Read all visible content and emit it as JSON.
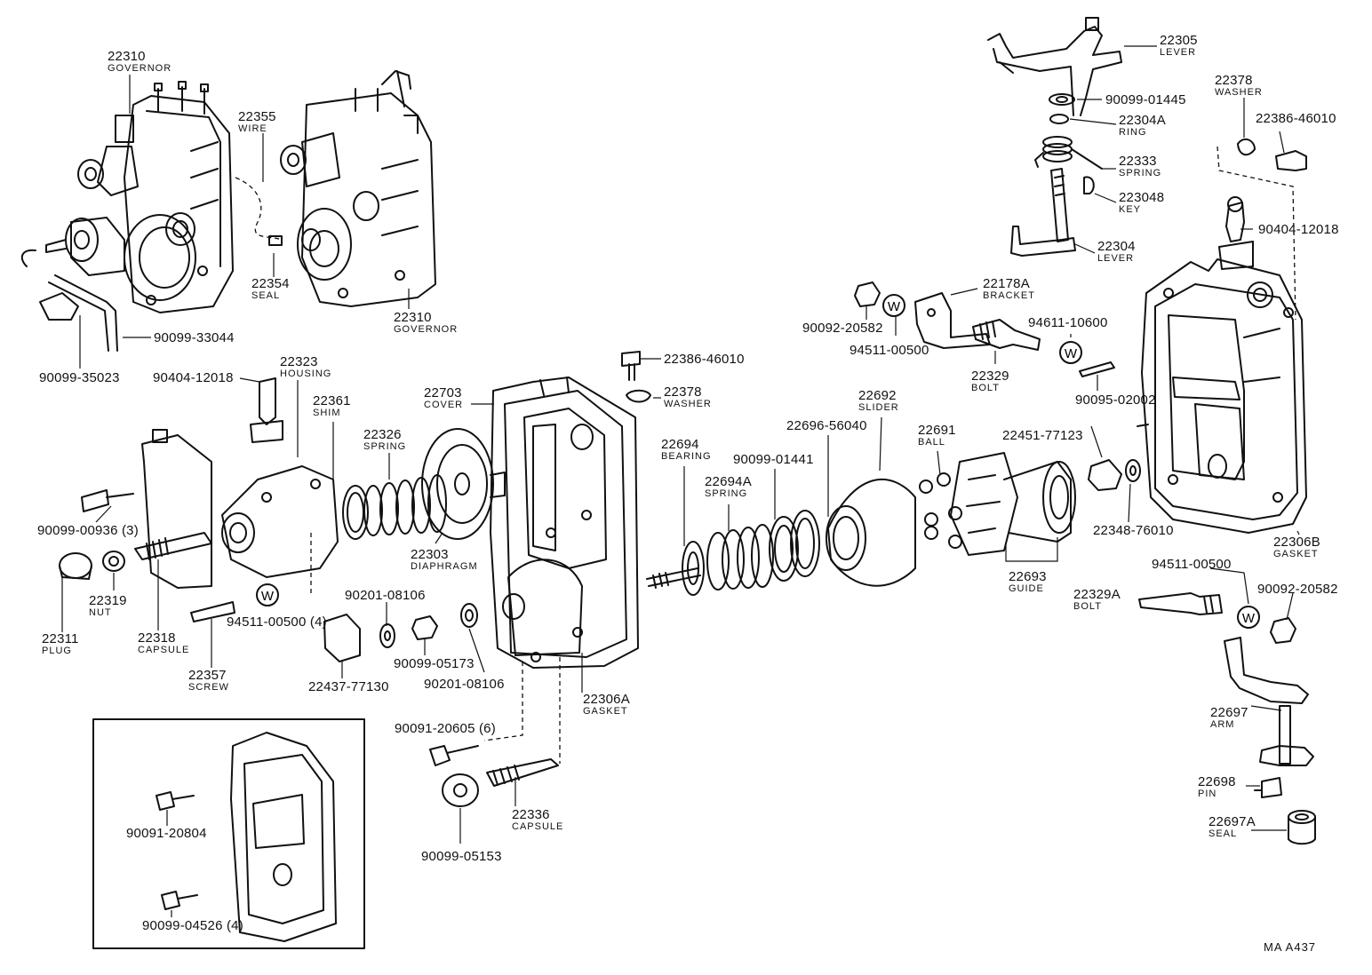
{
  "diagram": {
    "ref_code": "MA  A437",
    "callouts": [
      {
        "id": "c1",
        "part": "22310",
        "name": "GOVERNOR"
      },
      {
        "id": "c2",
        "part": "22355",
        "name": "WIRE"
      },
      {
        "id": "c3",
        "part": "22354",
        "name": "SEAL"
      },
      {
        "id": "c4",
        "part": "22310",
        "name": "GOVERNOR"
      },
      {
        "id": "c5",
        "part": "90099-33044",
        "name": ""
      },
      {
        "id": "c6",
        "part": "90099-35023",
        "name": ""
      },
      {
        "id": "c7",
        "part": "90404-12018",
        "name": ""
      },
      {
        "id": "c8",
        "part": "22323",
        "name": "HOUSING"
      },
      {
        "id": "c9",
        "part": "22361",
        "name": "SHIM"
      },
      {
        "id": "c10",
        "part": "22326",
        "name": "SPRING"
      },
      {
        "id": "c11",
        "part": "22703",
        "name": "COVER"
      },
      {
        "id": "c12",
        "part": "22303",
        "name": "DIAPHRAGM"
      },
      {
        "id": "c13",
        "part": "90099-00936 (3)",
        "name": ""
      },
      {
        "id": "c14",
        "part": "22319",
        "name": "NUT"
      },
      {
        "id": "c15",
        "part": "22311",
        "name": "PLUG"
      },
      {
        "id": "c16",
        "part": "22318",
        "name": "CAPSULE"
      },
      {
        "id": "c17",
        "part": "22357",
        "name": "SCREW"
      },
      {
        "id": "c18",
        "part": "94511-00500 (4)",
        "name": ""
      },
      {
        "id": "c19",
        "part": "90201-08106",
        "name": ""
      },
      {
        "id": "c20",
        "part": "90099-05173",
        "name": ""
      },
      {
        "id": "c21",
        "part": "22437-77130",
        "name": ""
      },
      {
        "id": "c22",
        "part": "90201-08106",
        "name": ""
      },
      {
        "id": "c23",
        "part": "22306A",
        "name": "GASKET"
      },
      {
        "id": "c24",
        "part": "90091-20605 (6)",
        "name": ""
      },
      {
        "id": "c25",
        "part": "22336",
        "name": "CAPSULE"
      },
      {
        "id": "c26",
        "part": "90099-05153",
        "name": ""
      },
      {
        "id": "c27",
        "part": "90091-20804",
        "name": ""
      },
      {
        "id": "c28",
        "part": "90099-04526 (4)",
        "name": ""
      },
      {
        "id": "c29",
        "part": "22386-46010",
        "name": ""
      },
      {
        "id": "c30",
        "part": "22378",
        "name": "WASHER"
      },
      {
        "id": "c31",
        "part": "22694",
        "name": "BEARING"
      },
      {
        "id": "c32",
        "part": "22694A",
        "name": "SPRING"
      },
      {
        "id": "c33",
        "part": "90099-01441",
        "name": ""
      },
      {
        "id": "c34",
        "part": "22696-56040",
        "name": ""
      },
      {
        "id": "c35",
        "part": "22692",
        "name": "SLIDER"
      },
      {
        "id": "c36",
        "part": "22691",
        "name": "BALL"
      },
      {
        "id": "c37",
        "part": "22693",
        "name": "GUIDE"
      },
      {
        "id": "c38",
        "part": "22451-77123",
        "name": ""
      },
      {
        "id": "c39",
        "part": "22348-76010",
        "name": ""
      },
      {
        "id": "c40",
        "part": "22305",
        "name": "LEVER"
      },
      {
        "id": "c41",
        "part": "90099-01445",
        "name": ""
      },
      {
        "id": "c42",
        "part": "22304A",
        "name": "RING"
      },
      {
        "id": "c43",
        "part": "22333",
        "name": "SPRING"
      },
      {
        "id": "c44",
        "part": "223048",
        "name": "KEY"
      },
      {
        "id": "c45",
        "part": "22304",
        "name": "LEVER"
      },
      {
        "id": "c46",
        "part": "22178A",
        "name": "BRACKET"
      },
      {
        "id": "c47",
        "part": "90092-20582",
        "name": ""
      },
      {
        "id": "c48",
        "part": "94511-00500",
        "name": ""
      },
      {
        "id": "c49",
        "part": "22329",
        "name": "BOLT"
      },
      {
        "id": "c50",
        "part": "94611-10600",
        "name": ""
      },
      {
        "id": "c51",
        "part": "90095-02002",
        "name": ""
      },
      {
        "id": "c52",
        "part": "22378",
        "name": "WASHER"
      },
      {
        "id": "c53",
        "part": "22386-46010",
        "name": ""
      },
      {
        "id": "c54",
        "part": "90404-12018",
        "name": ""
      },
      {
        "id": "c55",
        "part": "22306B",
        "name": "GASKET"
      },
      {
        "id": "c56",
        "part": "94511-00500",
        "name": ""
      },
      {
        "id": "c57",
        "part": "22329A",
        "name": "BOLT"
      },
      {
        "id": "c58",
        "part": "90092-20582",
        "name": ""
      },
      {
        "id": "c59",
        "part": "22697",
        "name": "ARM"
      },
      {
        "id": "c60",
        "part": "22698",
        "name": "PIN"
      },
      {
        "id": "c61",
        "part": "22697A",
        "name": "SEAL"
      }
    ],
    "washer_marks": [
      {
        "id": "w1",
        "text": "W"
      },
      {
        "id": "w2",
        "text": "W"
      },
      {
        "id": "w3",
        "text": "W"
      },
      {
        "id": "w4",
        "text": "W"
      }
    ]
  }
}
